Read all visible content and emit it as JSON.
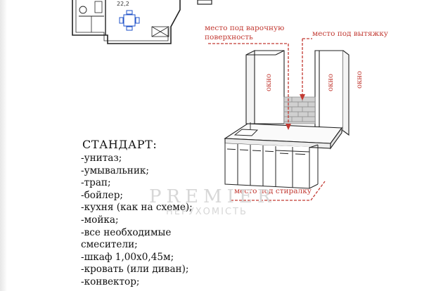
{
  "floor_plan": {
    "area_label": "22,2"
  },
  "annotations": {
    "hob": "место под варочную\nповерхность",
    "hood": "место под вытяжку",
    "washer": "место под стиралку",
    "window_label": "окно"
  },
  "standard": {
    "title": "СТАНДАРТ:",
    "items": [
      "-унитаз;",
      "-умывальник;",
      "-трап;",
      "-бойлер;",
      "-кухня (как на схеме);",
      "-мойка;",
      "-все необходимые",
      "смесители;",
      "-шкаф 1,00х0,45м;",
      "-кровать (или диван);",
      "-конвектор;"
    ]
  },
  "watermark": {
    "brand": "PREMIER",
    "subtitle": "НЕРУХОМІСТЬ"
  },
  "colors": {
    "annotation": "#c23a33",
    "line": "#222222",
    "tile": "#d0d0d0",
    "watermark": "#d7d7d7"
  }
}
